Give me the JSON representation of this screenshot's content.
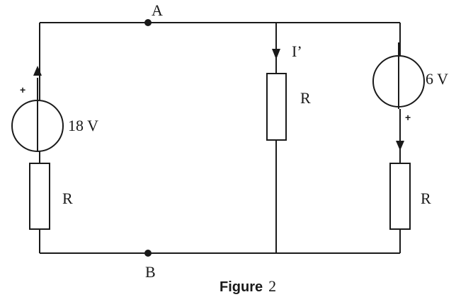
{
  "nodes": {
    "top": "A",
    "bottom": "B"
  },
  "left_branch": {
    "source_label": "18 V",
    "source_polarity": "+",
    "resistor_label": "R"
  },
  "middle_branch": {
    "current_label": "I’",
    "resistor_label": "R"
  },
  "right_branch": {
    "source_label": "6 V",
    "source_polarity": "+",
    "resistor_label": "R"
  },
  "caption": {
    "word": "Figure",
    "number": "2"
  }
}
